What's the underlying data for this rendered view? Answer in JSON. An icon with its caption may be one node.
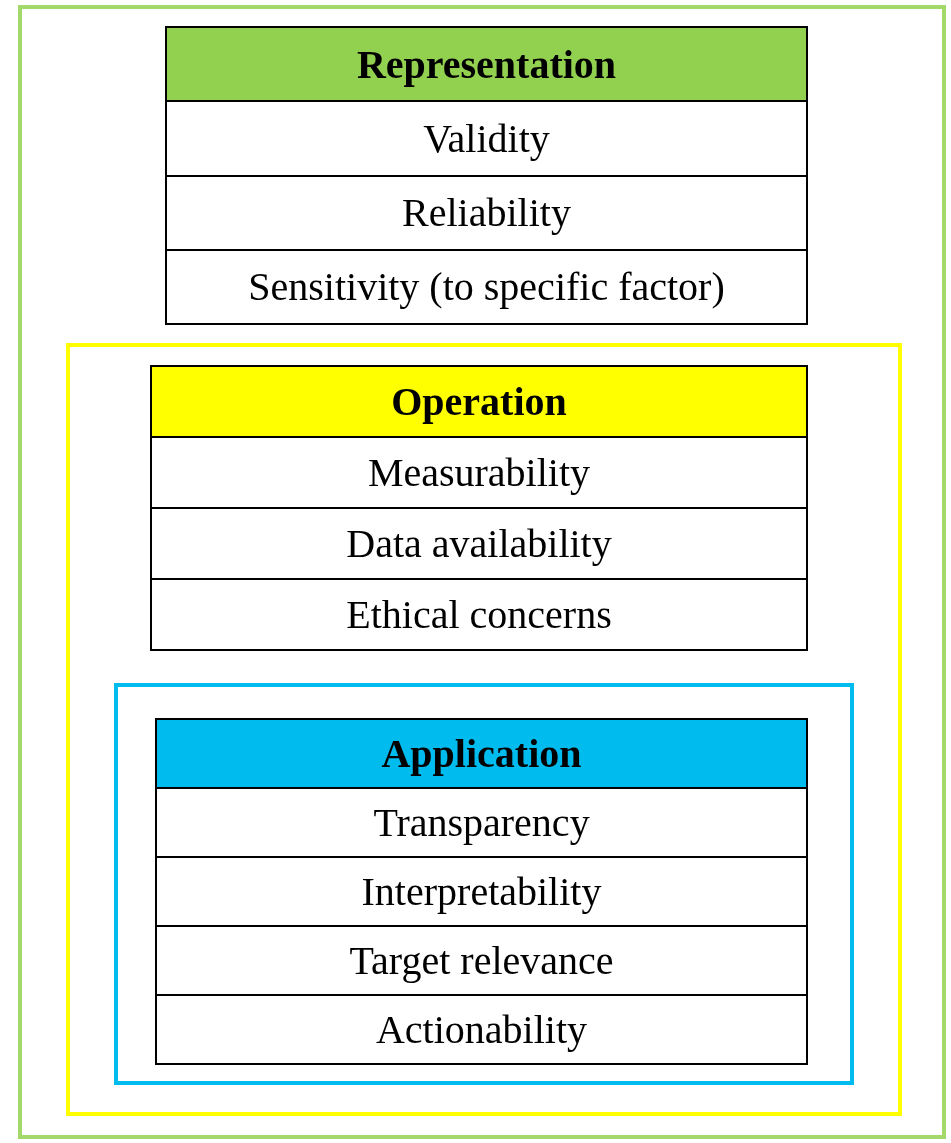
{
  "diagram": {
    "nodes": [
      {
        "text": [],
        "shape": "box"
      },
      {
        "text": [
          "Representation",
          "Validity",
          "Reliability",
          "Sensitivity (to specific factor)"
        ],
        "in": 0
      },
      {
        "text": [],
        "shape": "box",
        "in": 0
      },
      {
        "text": [
          "Operation",
          "Measurability",
          "Data availability",
          "Ethical concerns"
        ],
        "in": 2
      },
      {
        "text": [],
        "shape": "box",
        "in": 2
      },
      {
        "text": [
          "Application",
          "Transparency",
          "Interpretability",
          "Target relevance",
          "Actionability"
        ],
        "in": 4
      }
    ],
    "edges": []
  }
}
